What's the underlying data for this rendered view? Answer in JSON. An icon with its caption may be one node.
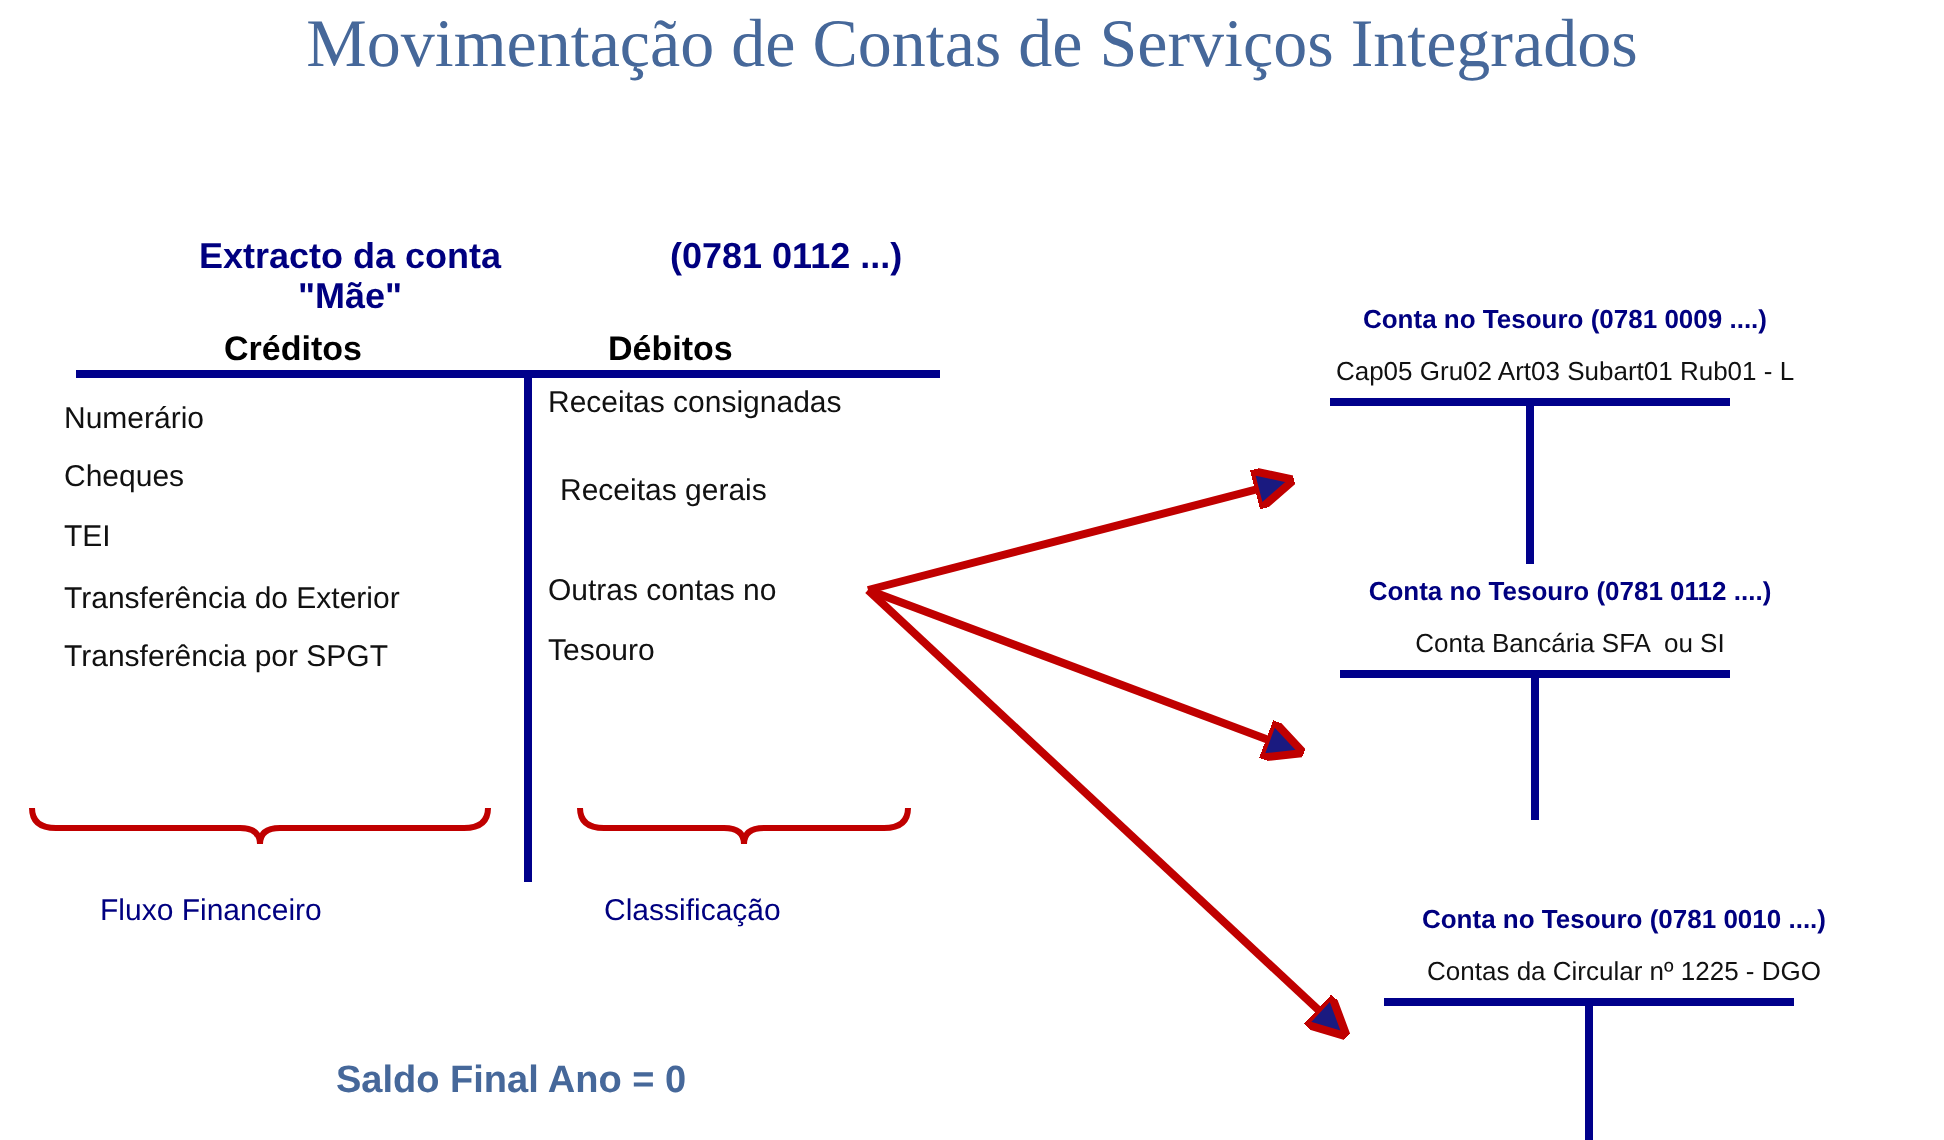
{
  "diagram": {
    "title": "Movimentação de Contas de Serviços Integrados",
    "nodes": [
      {
        "text": [
          "Extracto da conta \"Mãe\"",
          "(0781 0112 ...)"
        ]
      },
      {
        "text": [
          "Outras contas no Tesouro"
        ],
        "in": 0
      },
      {
        "text": [
          "Conta no Tesouro (0781 0009 ....)",
          "Cap05 Gru02 Art03 Subart01 Rub01 - L"
        ]
      },
      {
        "text": [
          "Conta no Tesouro (0781 0112 ....)",
          "Conta Bancária SFA  ou SI"
        ]
      },
      {
        "text": [
          "Conta no Tesouro (0781 0010 ....)",
          "Contas da Circular nº 1225 - DGO"
        ]
      }
    ],
    "edges": [
      {
        "from": 1,
        "to": 2,
        "arrow": "to"
      },
      {
        "from": 1,
        "to": 3,
        "arrow": "to"
      },
      {
        "from": 1,
        "to": 4,
        "arrow": "to"
      }
    ],
    "labels": [
      "Créditos",
      "Débitos",
      "Numerário",
      "Receitas consignadas",
      "Cheques",
      "Receitas gerais",
      "TEI",
      "Transferência do Exterior",
      "Transferência por SPGT",
      "Fluxo Financeiro",
      "Classificação",
      "Saldo Final Ano = 0"
    ]
  }
}
